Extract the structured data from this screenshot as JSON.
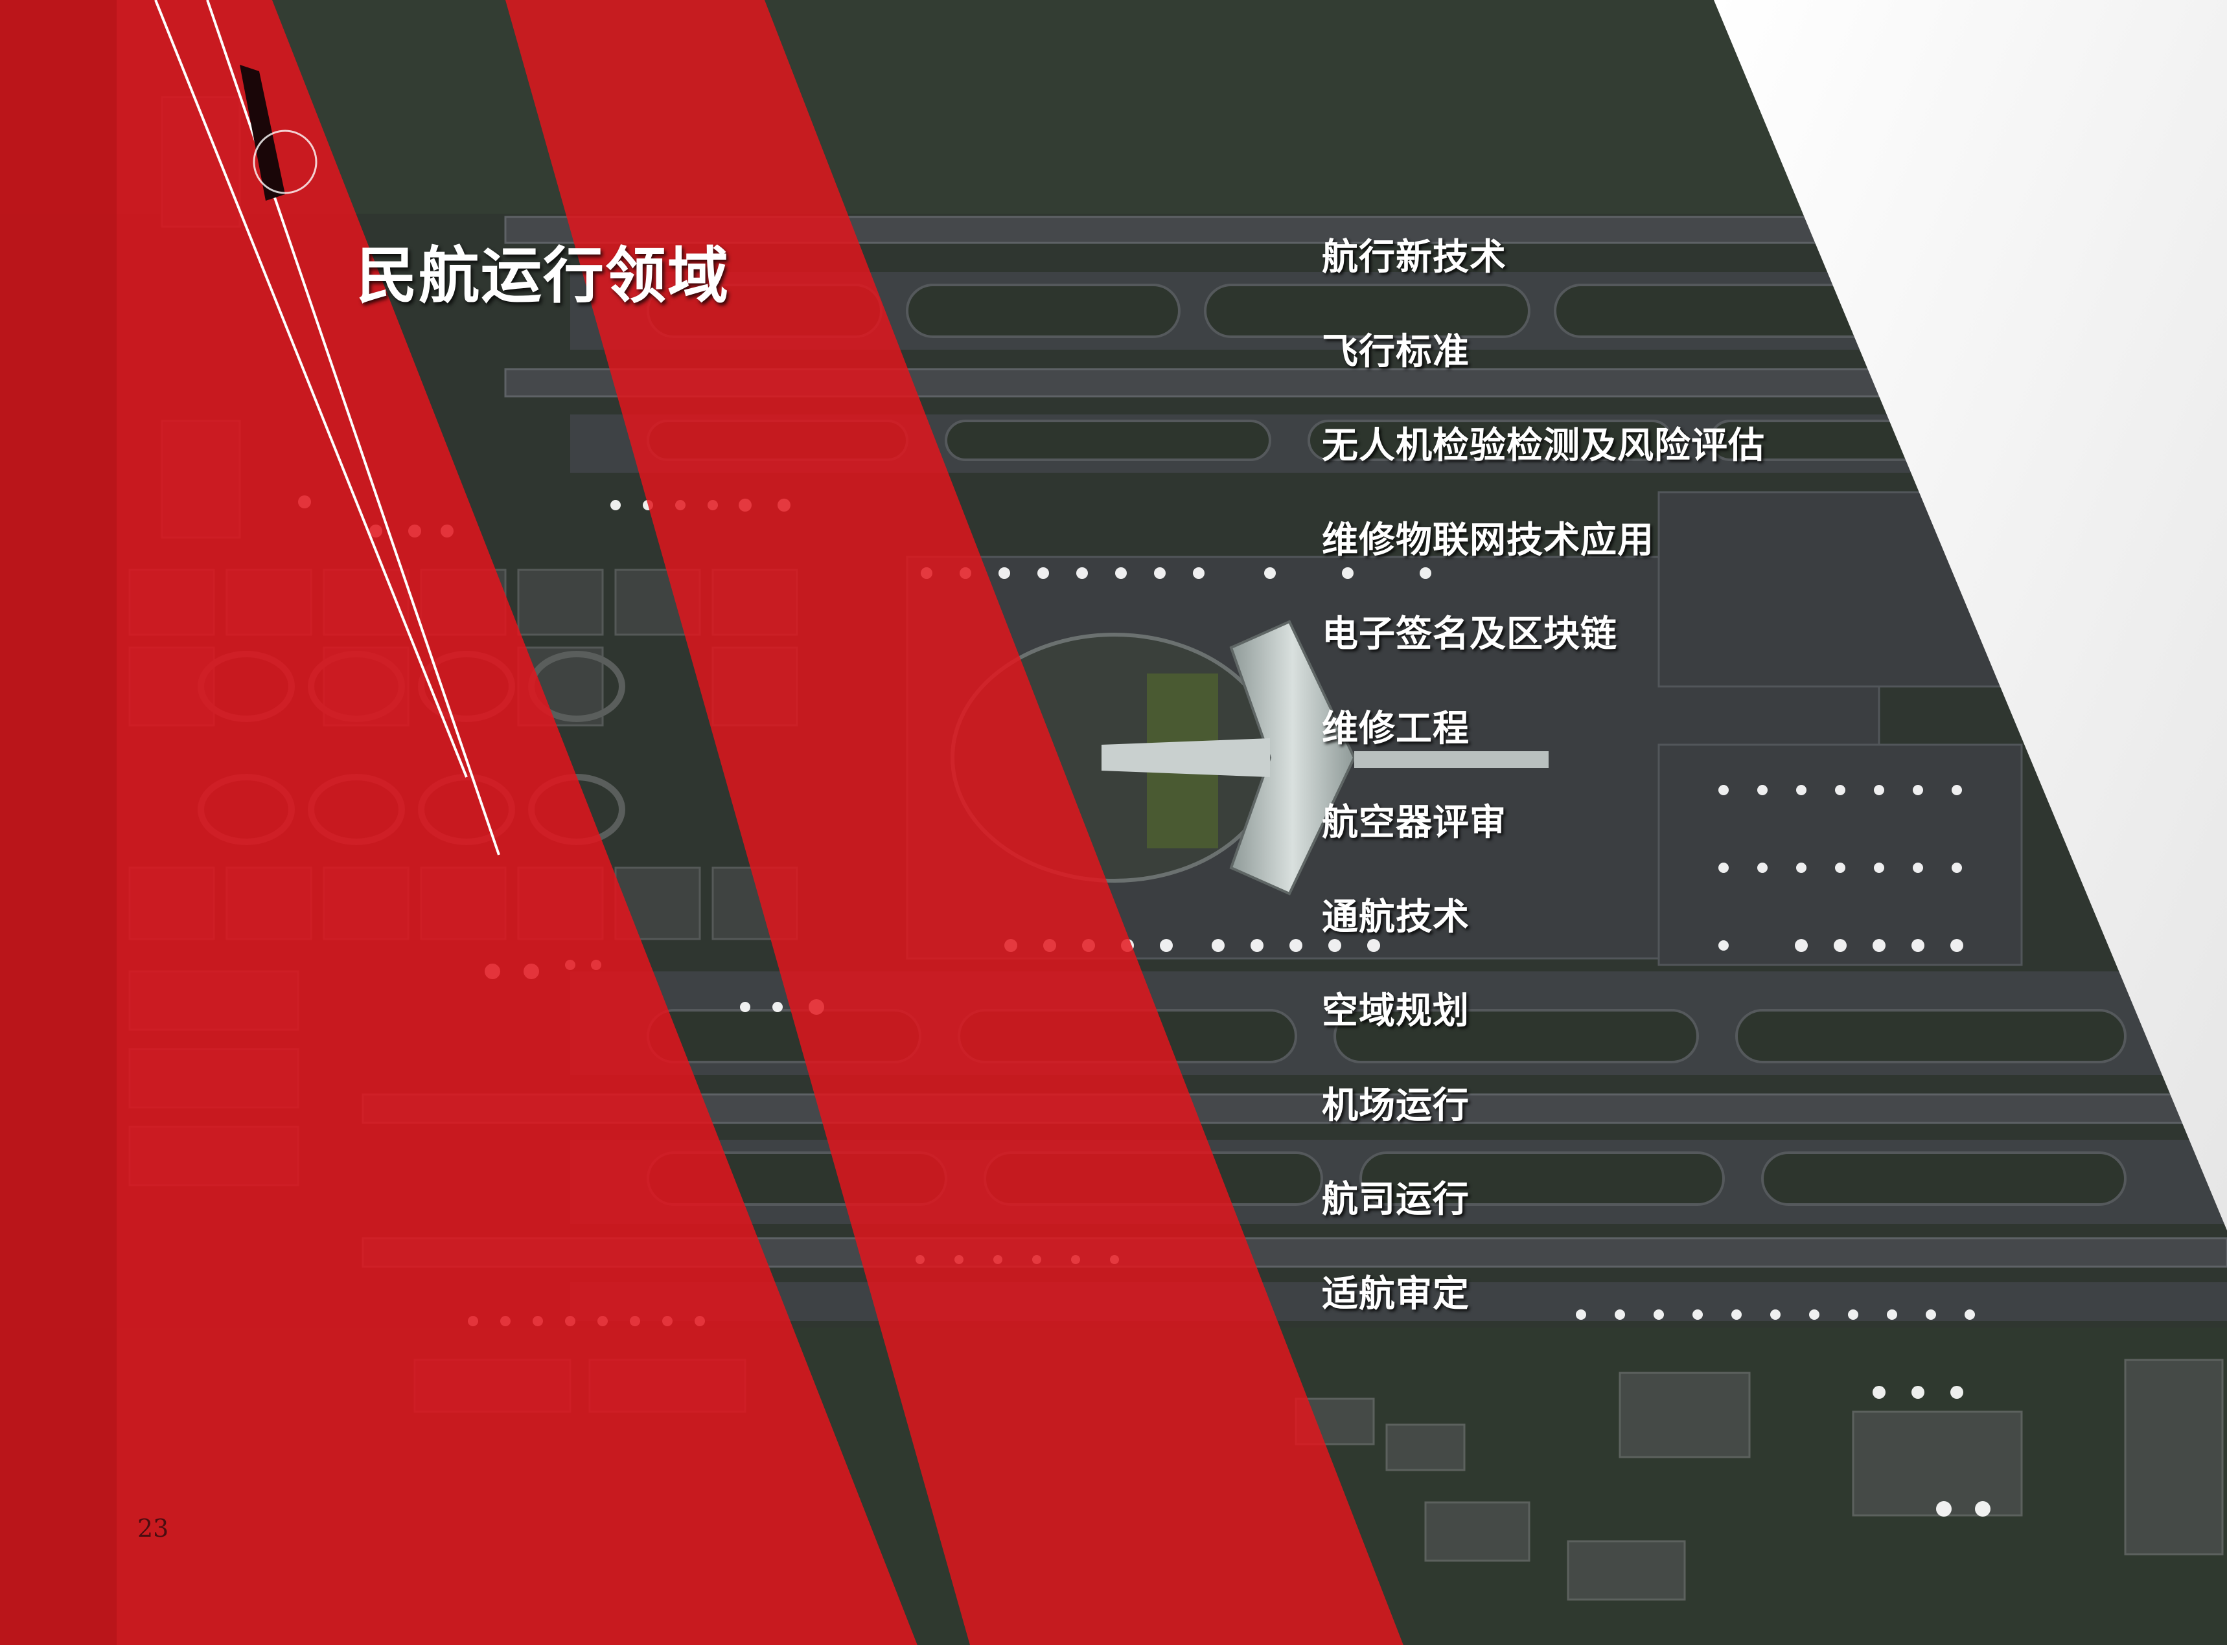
{
  "title": "民航运行领域",
  "topics": [
    "航行新技术",
    "飞行标准",
    "无人机检验检测及风险评估",
    "维修物联网技术应用",
    "电子签名及区块链",
    "维修工程",
    "航空器评审",
    "通航技术",
    "空域规划",
    "机场运行",
    "航司运行",
    "适航审定"
  ],
  "page_number": "23",
  "colors": {
    "accent_red": "#e2151d",
    "dark_red": "#a10d12",
    "ground_dark": "#2f3630",
    "runway_gray": "#44474a",
    "text": "#ffffff"
  }
}
